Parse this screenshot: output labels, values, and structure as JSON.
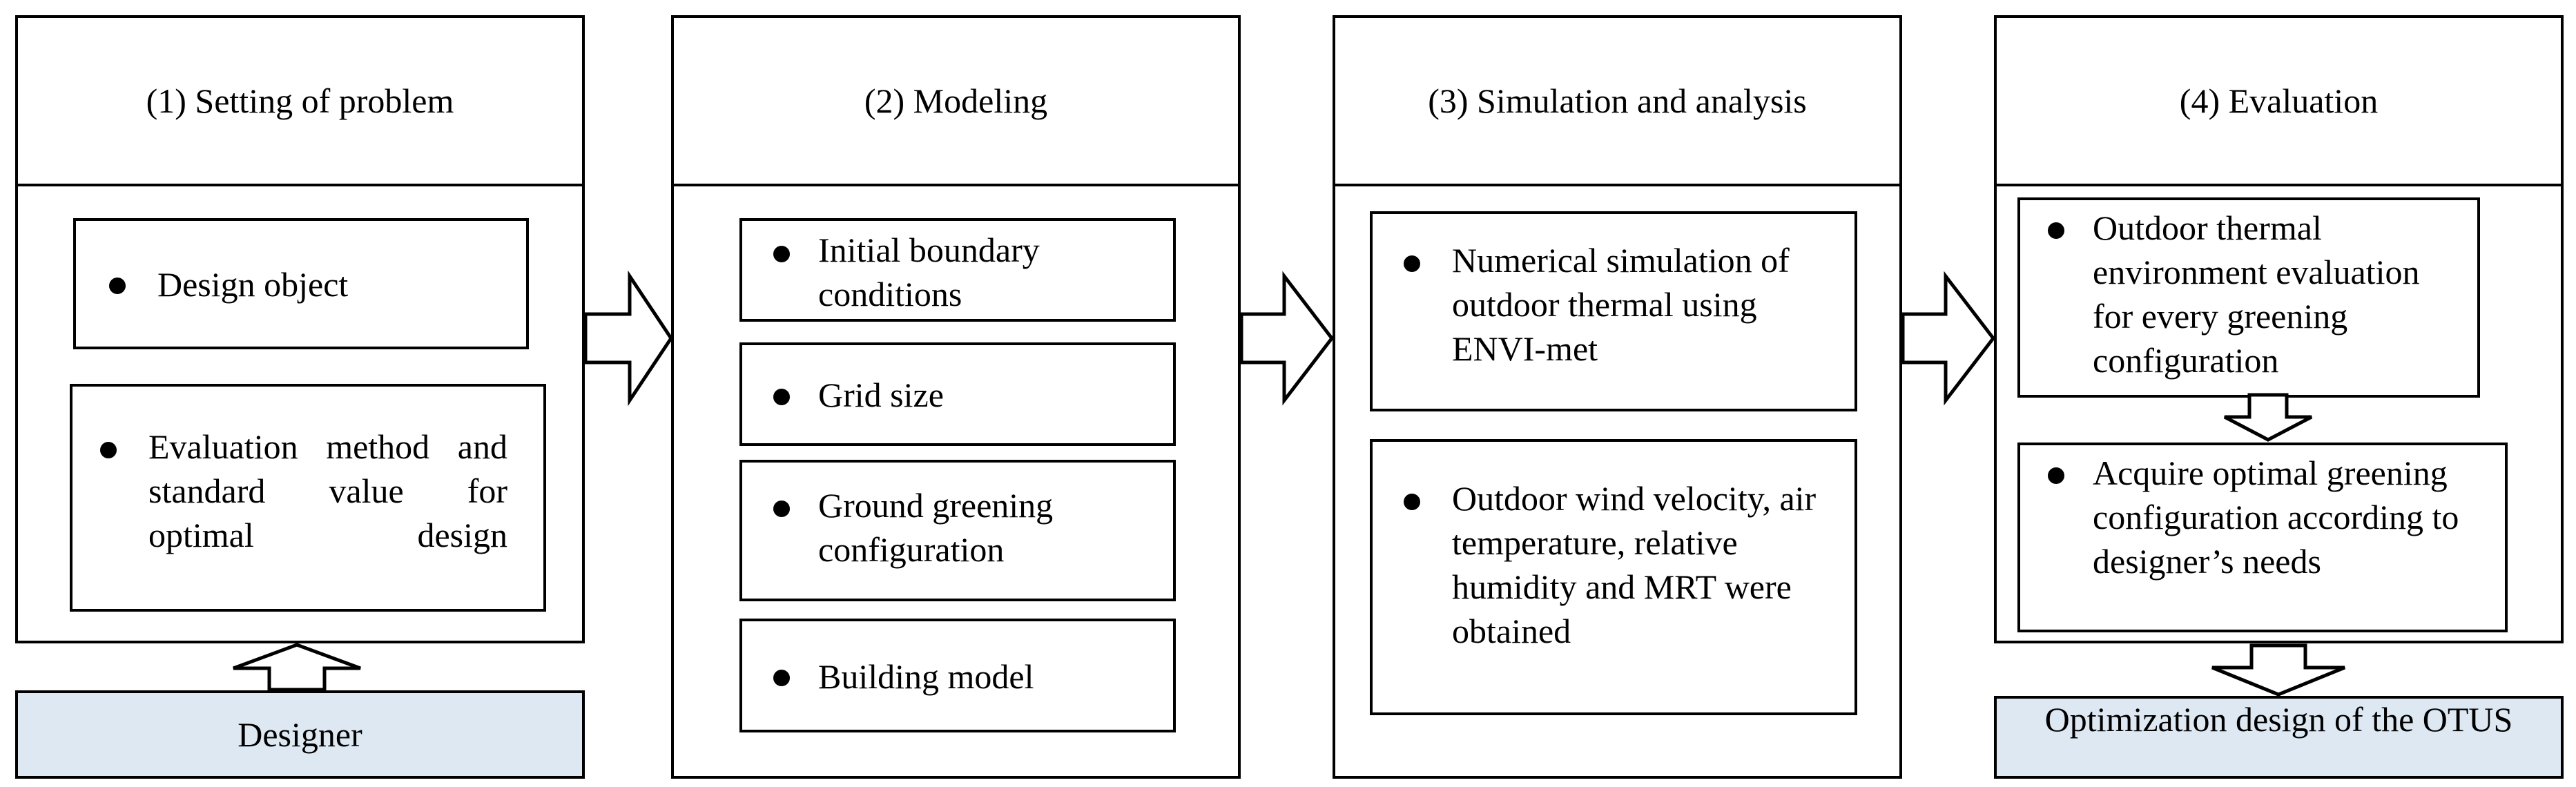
{
  "stages": [
    {
      "title": "(1) Setting of problem",
      "items": [
        "Design object",
        "Evaluation method and standard value for optimal design"
      ]
    },
    {
      "title": "(2) Modeling",
      "items": [
        "Initial boundary conditions",
        "Grid size",
        "Ground greening configuration",
        "Building model"
      ]
    },
    {
      "title": "(3) Simulation and analysis",
      "items": [
        "Numerical simulation of outdoor thermal using ENVI-met",
        "Outdoor wind velocity, air temperature, relative humidity and MRT were obtained"
      ]
    },
    {
      "title": "(4) Evaluation",
      "items": [
        "Outdoor thermal environment evaluation for every greening configuration",
        "Acquire optimal greening configuration according to designer’s needs"
      ]
    }
  ],
  "inputs": {
    "designer": "Designer"
  },
  "outputs": {
    "optimization": "Optimization design of the OTUS"
  },
  "colors": {
    "highlight_fill": "#dde8f3",
    "line": "#000000"
  }
}
